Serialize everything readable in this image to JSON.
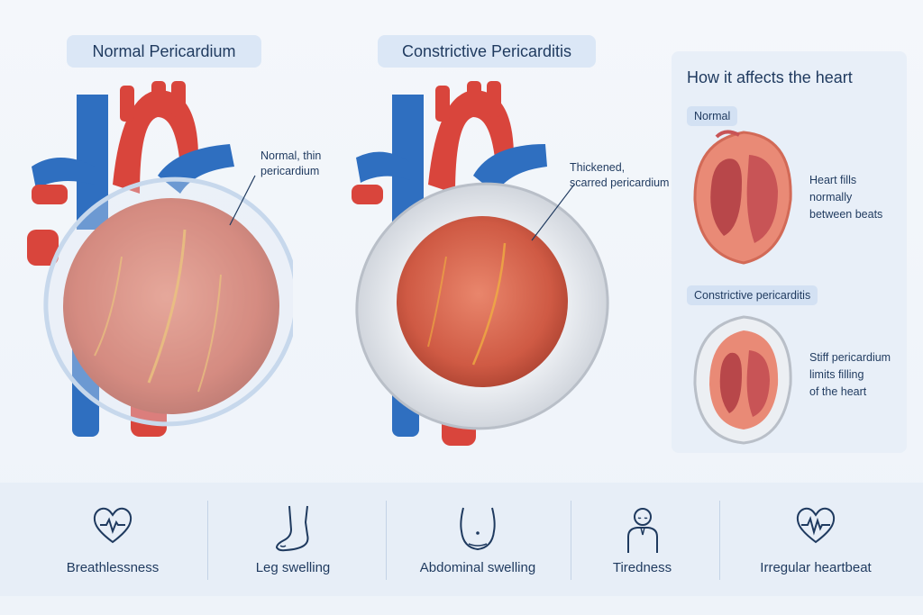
{
  "headers": {
    "normal": "Normal Pericardium",
    "constrictive": "Constrictive Pericarditis"
  },
  "annotations": {
    "normal": [
      "Normal, thin",
      "pericardium"
    ],
    "constrictive": [
      "Thickened,",
      "scarred pericardium"
    ]
  },
  "panel": {
    "title": "How it affects the heart",
    "normal_label": "Normal",
    "normal_desc": [
      "Heart fills",
      "normally",
      "between beats"
    ],
    "constrictive_label": "Constrictive pericarditis",
    "constrictive_desc": [
      "Stiff pericardium",
      "limits filling",
      "of the heart"
    ]
  },
  "symptoms": [
    {
      "label": "Breathlessness",
      "icon": "heart-pulse-icon"
    },
    {
      "label": "Leg swelling",
      "icon": "leg-icon"
    },
    {
      "label": "Abdominal swelling",
      "icon": "abdomen-icon"
    },
    {
      "label": "Tiredness",
      "icon": "tired-person-icon"
    },
    {
      "label": "Irregular heartbeat",
      "icon": "heart-pulse-icon"
    }
  ],
  "colors": {
    "artery": "#d9453c",
    "vein": "#2f6fc0",
    "heart": "#d9664f",
    "pill": "#dbe7f6",
    "text": "#1f3a5f"
  }
}
